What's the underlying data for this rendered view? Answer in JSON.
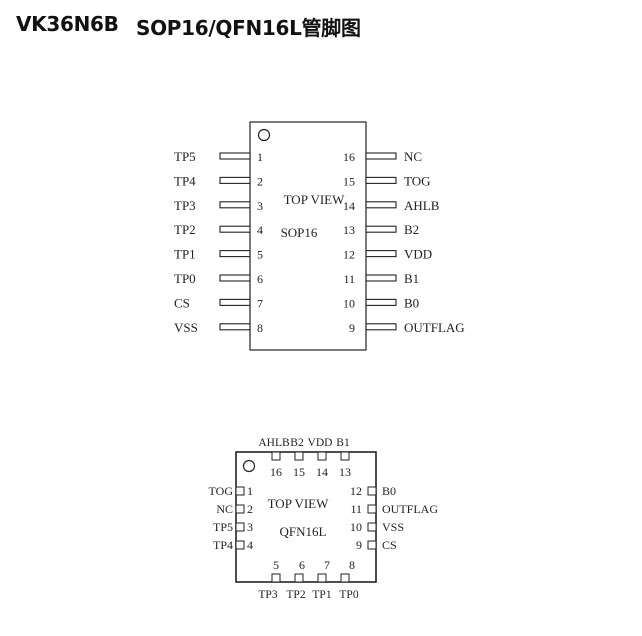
{
  "title": {
    "part": "VK36N6B",
    "packages": "SOP16/QFN16L管脚图"
  },
  "sop16": {
    "view_label": "TOP VIEW",
    "package_label": "SOP16",
    "left_pins": [
      {
        "num": "1",
        "name": "TP5"
      },
      {
        "num": "2",
        "name": "TP4"
      },
      {
        "num": "3",
        "name": "TP3"
      },
      {
        "num": "4",
        "name": "TP2"
      },
      {
        "num": "5",
        "name": "TP1"
      },
      {
        "num": "6",
        "name": "TP0"
      },
      {
        "num": "7",
        "name": "CS"
      },
      {
        "num": "8",
        "name": "VSS"
      }
    ],
    "right_pins": [
      {
        "num": "16",
        "name": "NC"
      },
      {
        "num": "15",
        "name": "TOG"
      },
      {
        "num": "14",
        "name": "AHLB"
      },
      {
        "num": "13",
        "name": "B2"
      },
      {
        "num": "12",
        "name": "VDD"
      },
      {
        "num": "11",
        "name": "B1"
      },
      {
        "num": "10",
        "name": "B0"
      },
      {
        "num": "9",
        "name": "OUTFLAG"
      }
    ]
  },
  "qfn16l": {
    "view_label": "TOP VIEW",
    "package_label": "QFN16L",
    "top_pins": [
      {
        "num": "16",
        "name": "AHLB"
      },
      {
        "num": "15",
        "name": "B2"
      },
      {
        "num": "14",
        "name": "VDD"
      },
      {
        "num": "13",
        "name": "B1"
      }
    ],
    "left_pins": [
      {
        "num": "1",
        "name": "TOG"
      },
      {
        "num": "2",
        "name": "NC"
      },
      {
        "num": "3",
        "name": "TP5"
      },
      {
        "num": "4",
        "name": "TP4"
      }
    ],
    "right_pins": [
      {
        "num": "12",
        "name": "B0"
      },
      {
        "num": "11",
        "name": "OUTFLAG"
      },
      {
        "num": "10",
        "name": "VSS"
      },
      {
        "num": "9",
        "name": "CS"
      }
    ],
    "bottom_pins": [
      {
        "num": "5",
        "name": "TP3"
      },
      {
        "num": "6",
        "name": "TP2"
      },
      {
        "num": "7",
        "name": "TP1"
      },
      {
        "num": "8",
        "name": "TP0"
      }
    ]
  }
}
